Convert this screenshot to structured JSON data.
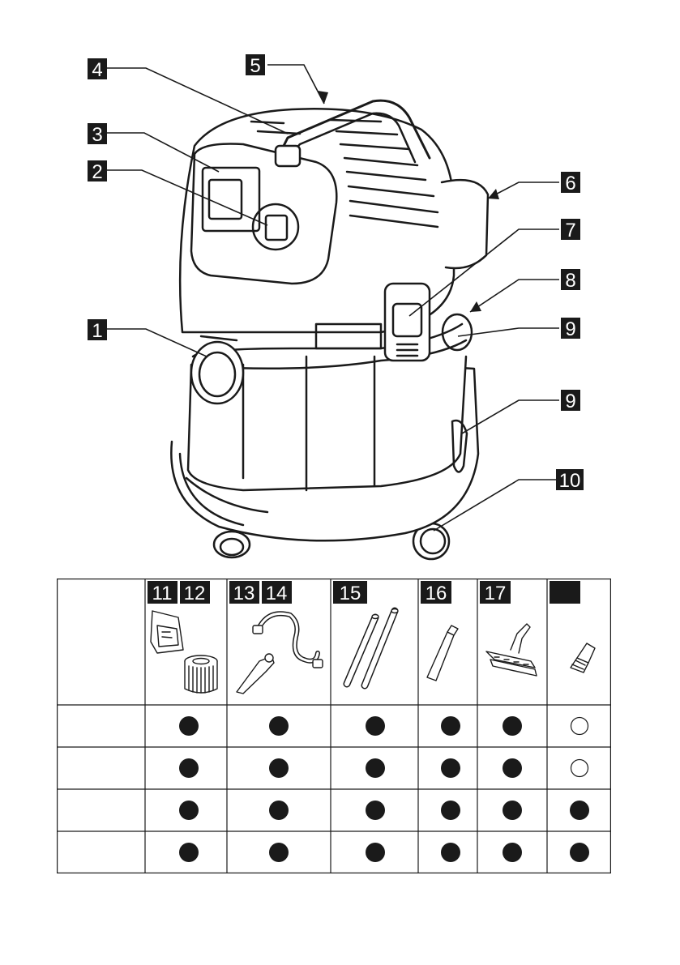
{
  "callouts": [
    {
      "label": "1"
    },
    {
      "label": "2"
    },
    {
      "label": "3"
    },
    {
      "label": "4"
    },
    {
      "label": "5"
    },
    {
      "label": "6"
    },
    {
      "label": "7"
    },
    {
      "label": "8"
    },
    {
      "label": "9"
    },
    {
      "label": "9"
    },
    {
      "label": "10"
    }
  ],
  "table": {
    "columns": [
      {
        "labels": [
          "11",
          "12"
        ],
        "icon": "filter-bag-and-cartridge-icon"
      },
      {
        "labels": [
          "13",
          "14"
        ],
        "icon": "suction-hose-and-handle-icon"
      },
      {
        "labels": [
          "15"
        ],
        "icon": "suction-tubes-icon"
      },
      {
        "labels": [
          "16"
        ],
        "icon": "crevice-nozzle-icon"
      },
      {
        "labels": [
          "17"
        ],
        "icon": "floor-nozzle-icon"
      },
      {
        "labels": [
          ""
        ],
        "icon": "adapter-icon"
      }
    ],
    "rows": [
      {
        "marks": [
          "filled",
          "filled",
          "filled",
          "filled",
          "filled",
          "empty"
        ]
      },
      {
        "marks": [
          "filled",
          "filled",
          "filled",
          "filled",
          "filled",
          "empty"
        ]
      },
      {
        "marks": [
          "filled",
          "filled",
          "filled",
          "filled",
          "filled",
          "filled"
        ]
      },
      {
        "marks": [
          "filled",
          "filled",
          "filled",
          "filled",
          "filled",
          "filled"
        ]
      }
    ]
  }
}
